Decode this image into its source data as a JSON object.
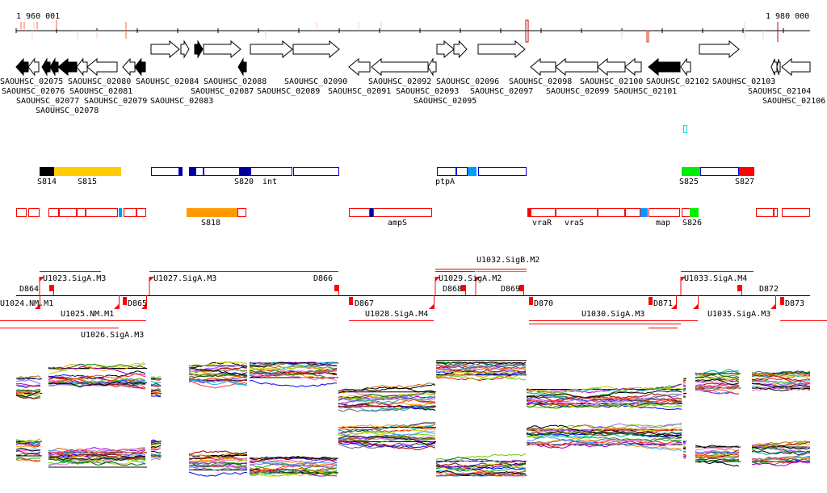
{
  "ruler": {
    "start_label": "1 960 001",
    "end_label": "1 980 000"
  },
  "genes": [
    "SAOUHSC_02075",
    "SAOUHSC_02076",
    "SAOUHSC_02077",
    "SAOUHSC_02078",
    "SAOUHSC_02079",
    "SAOUHSC_02080",
    "SAOUHSC_02081",
    "SAOUHSC_02083",
    "SAOUHSC_02084",
    "SAOUHSC_02087",
    "SAOUHSC_02088",
    "SAOUHSC_02089",
    "SAOUHSC_02090",
    "SAOUHSC_02091",
    "SAOUHSC_02092",
    "SAOUHSC_02093",
    "SAOUHSC_02095",
    "SAOUHSC_02096",
    "SAOUHSC_02097",
    "SAOUHSC_02098",
    "SAOUHSC_02099",
    "SAOUHSC_02100",
    "SAOUHSC_02101",
    "SAOUHSC_02102",
    "SAOUHSC_02103",
    "SAOUHSC_02104",
    "SAOUHSC_02106"
  ],
  "segments_top": [
    "S814",
    "S815",
    "S820",
    "int",
    "ptpA",
    "S825",
    "S827"
  ],
  "segments_bottom": [
    "S818",
    "ampS",
    "vraR",
    "vraS",
    "map",
    "S826"
  ],
  "transcripts": [
    "U1023.SigA.M3",
    "D864",
    "U1027.SigA.M3",
    "D866",
    "U1029.SigA.M2",
    "U1032.SigB.M2",
    "D868",
    "D869",
    "U1033.SigA.M4",
    "D872",
    "U1024.NM.M1",
    "U1025.NM.M1",
    "U1026.SigA.M3",
    "D865",
    "D867",
    "U1028.SigA.M4",
    "D870",
    "D871",
    "U1030.SigA.M3",
    "U1035.SigA.M3",
    "D873"
  ],
  "colors": {
    "accent_red": "#ff0000",
    "segment_blue": "#0000dd",
    "dark_blue": "#000099",
    "light_blue": "#0099ff",
    "yellow": "#ffcc00",
    "orange": "#ff9900",
    "green": "#00ee00",
    "cyan": "#00dddd"
  }
}
